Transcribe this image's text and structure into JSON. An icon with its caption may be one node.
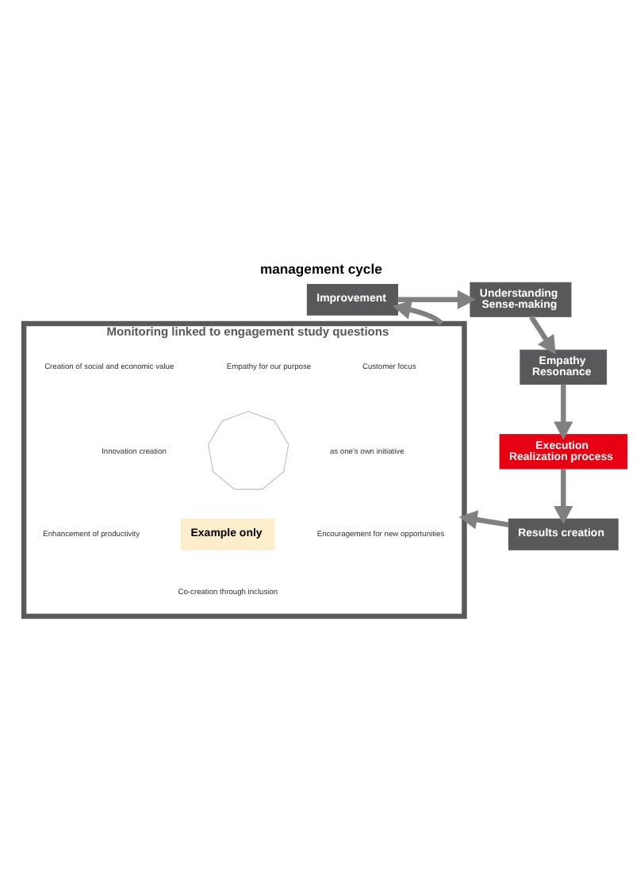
{
  "diagram": {
    "title": "management cycle",
    "nodes": [
      {
        "text": [
          "Improvement"
        ]
      },
      {
        "text": [
          "Understanding",
          "Sense-making"
        ]
      },
      {
        "text": [
          "Empathy",
          "Resonance"
        ]
      },
      {
        "text": [
          "Execution",
          "Realization process"
        ]
      },
      {
        "text": [
          "Results creation"
        ]
      },
      {
        "text": [
          "Monitoring linked to engagement study questions"
        ]
      },
      {
        "text": [],
        "shape": "picture",
        "in": 5
      },
      {
        "text": [
          "Example only"
        ],
        "in": 5
      }
    ],
    "edges": [
      {
        "from": 0,
        "to": 1,
        "arrow": "to"
      },
      {
        "from": 1,
        "to": 2,
        "arrow": "to"
      },
      {
        "from": 2,
        "to": 3,
        "arrow": "to"
      },
      {
        "from": 3,
        "to": 4,
        "arrow": "to"
      },
      {
        "from": 4,
        "to": 5,
        "arrow": "to"
      },
      {
        "from": 5,
        "to": 0,
        "arrow": "to"
      }
    ],
    "labels": [
      "Empathy for our purpose",
      "Customer focus",
      "as one's own initiative",
      "Encouragement for new opportunities",
      "Co-creation through inclusion",
      "Enhancement of productivity",
      "Innovation creation",
      "Creation of social and economic value"
    ]
  }
}
